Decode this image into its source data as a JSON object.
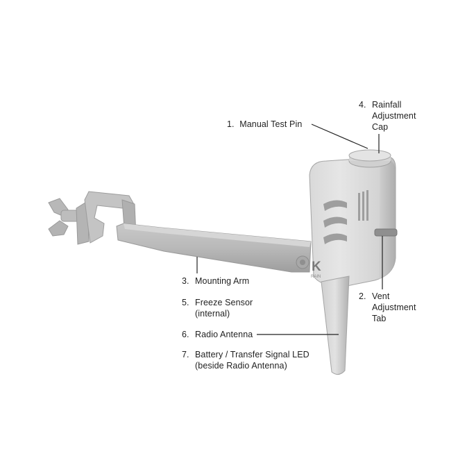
{
  "labels": {
    "manual_test_pin": {
      "number": "1.",
      "text": "Manual Test Pin"
    },
    "vent_adjustment_tab": {
      "number": "2.",
      "lines": [
        "Vent",
        "Adjustment",
        "Tab"
      ]
    },
    "mounting_arm": {
      "number": "3.",
      "text": "Mounting Arm"
    },
    "rainfall_adjustment_cap": {
      "number": "4.",
      "lines": [
        "Rainfall",
        "Adjustment",
        "Cap"
      ]
    },
    "freeze_sensor": {
      "number": "5.",
      "lines": [
        "Freeze Sensor",
        "(internal)"
      ]
    },
    "radio_antenna": {
      "number": "6.",
      "text": "Radio Antenna"
    },
    "battery_led": {
      "number": "7.",
      "lines": [
        "Battery / Transfer Signal LED",
        "(beside Radio Antenna)"
      ]
    }
  },
  "logo": {
    "letter": "K",
    "subtext": "RAIN"
  }
}
